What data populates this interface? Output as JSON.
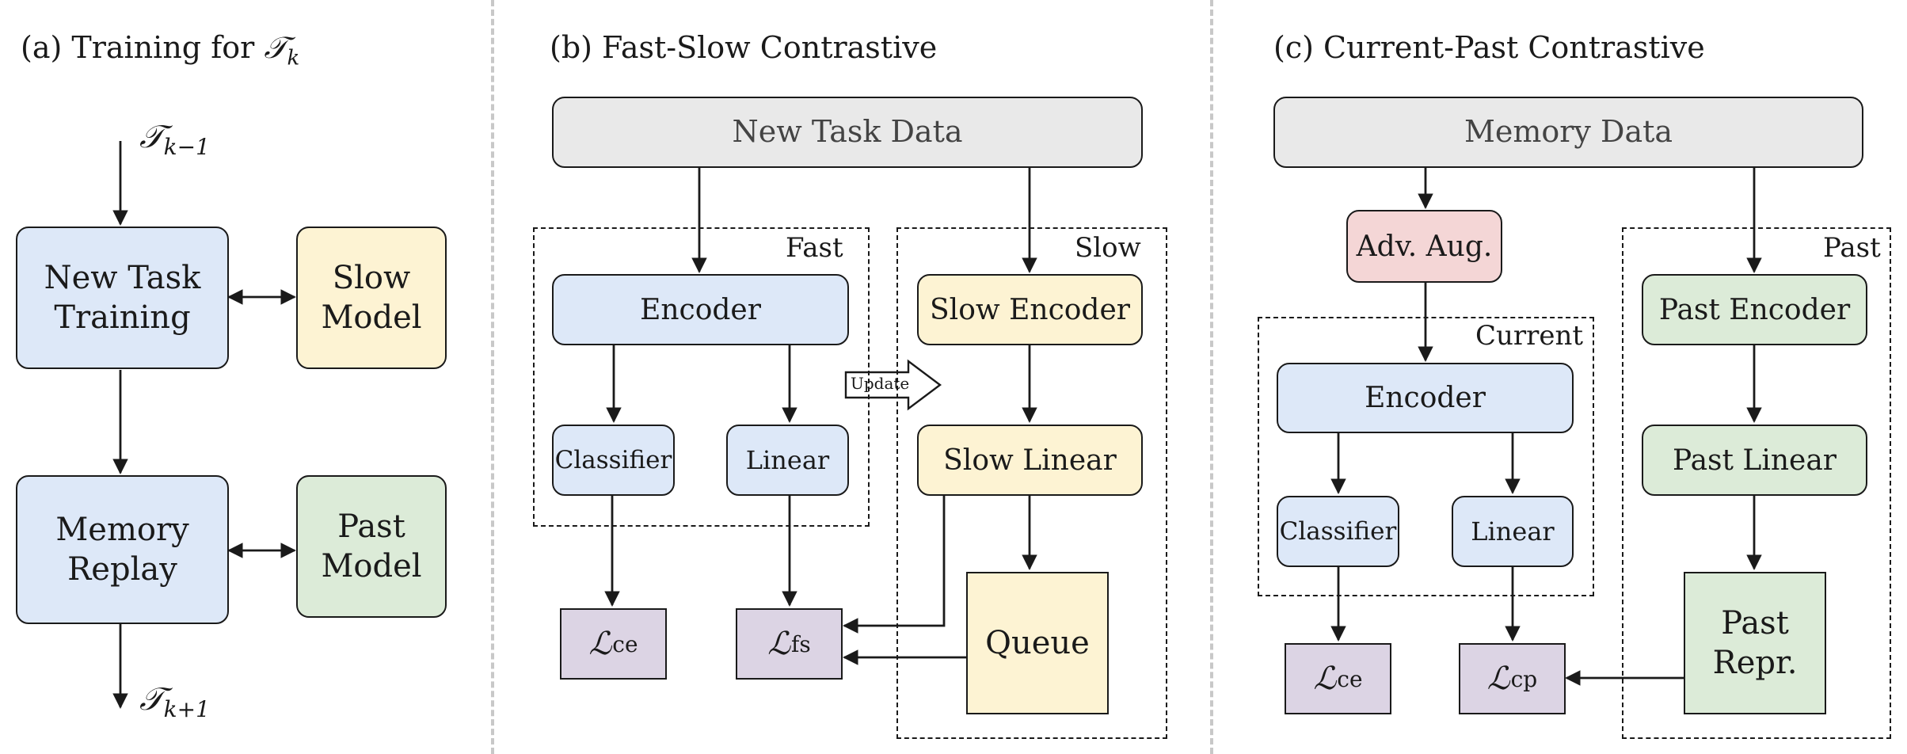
{
  "panels": {
    "a": {
      "title": "(a) Training for ",
      "title_math": "𝒯",
      "title_sub": "k",
      "input_math": "𝒯",
      "input_sub": "k−1",
      "output_math": "𝒯",
      "output_sub": "k+1",
      "new_task_training": "New Task Training",
      "slow_model": "Slow Model",
      "memory_replay": "Memory Replay",
      "past_model": "Past Model"
    },
    "b": {
      "title": "(b) Fast-Slow Contrastive",
      "new_task_data": "New Task Data",
      "fast_tag": "Fast",
      "slow_tag": "Slow",
      "encoder": "Encoder",
      "classifier": "Classifier",
      "linear": "Linear",
      "slow_encoder": "Slow Encoder",
      "slow_linear": "Slow Linear",
      "queue": "Queue",
      "update": "Update",
      "loss_ce_sub": "ce",
      "loss_fs_sub": "fs"
    },
    "c": {
      "title": "(c) Current-Past Contrastive",
      "memory_data": "Memory Data",
      "adv_aug": "Adv. Aug.",
      "current_tag": "Current",
      "past_tag": "Past",
      "encoder": "Encoder",
      "classifier": "Classifier",
      "linear": "Linear",
      "past_encoder": "Past Encoder",
      "past_linear": "Past Linear",
      "past_repr": "Past Repr.",
      "loss_ce_sub": "ce",
      "loss_cp_sub": "cp"
    }
  },
  "loss_symbol": "ℒ",
  "colors": {
    "blue": "#dde8f8",
    "yellow": "#fdf3d3",
    "green": "#dcebd8",
    "gray": "#e9e9e9",
    "pink": "#f4d6d6",
    "purple": "#dcd4e4"
  }
}
